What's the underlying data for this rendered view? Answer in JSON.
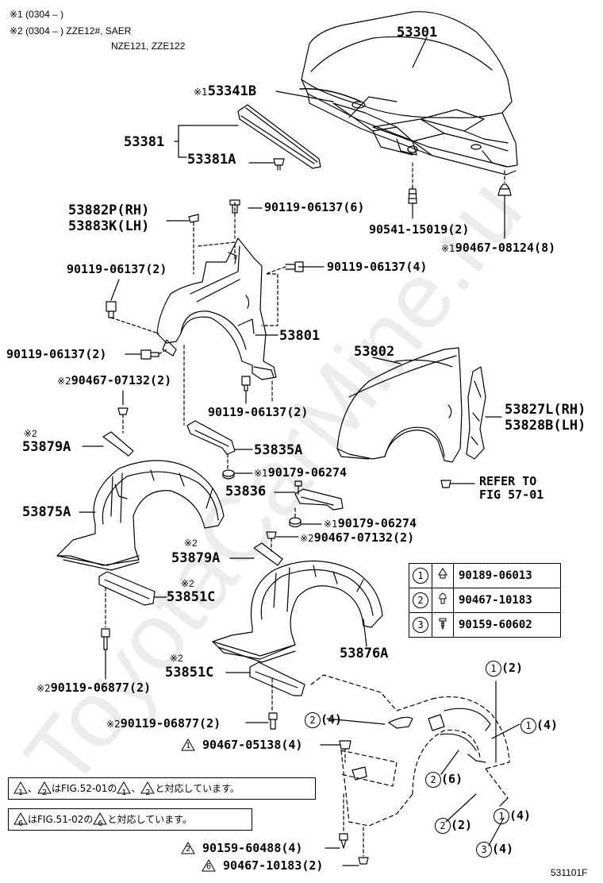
{
  "notes_top": {
    "n1": "※1 (0304 –        )",
    "n2": "※2 (0304 –        )  ZZE12#, SAER",
    "n3": "NZE121, ZZE122"
  },
  "labels": {
    "p53301": "53301",
    "p53341B_mark": "※1",
    "p53341B": "53341B",
    "p53381": "53381",
    "p53381A": "53381A",
    "p53882P": "53882P(RH)",
    "p53883K": "53883K(LH)",
    "b90119_6_top": "90119-06137(6)",
    "b90541": "90541-15019(2)",
    "b90467_08124_mark": "※1",
    "b90467_08124": "90467-08124(8)",
    "b90119_2a": "90119-06137(2)",
    "b90119_4": "90119-06137(4)",
    "p53801": "53801",
    "b90119_2b": "90119-06137(2)",
    "b90467_07132a_mark": "※2",
    "b90467_07132a": "90467-07132(2)",
    "p53802": "53802",
    "b90119_2c": "90119-06137(2)",
    "p53827L": "53827L(RH)",
    "p53828B": "53828B(LH)",
    "p53879A_a_mark": "※2",
    "p53879A_a": "53879A",
    "p53835A": "53835A",
    "b90179_a_mark": "※1",
    "b90179_a": "90179-06274",
    "refer1": "REFER TO",
    "refer2": "FIG 57-01",
    "p53875A": "53875A",
    "p53836": "53836",
    "b90179_b_mark": "※1",
    "b90179_b": "90179-06274",
    "b90467_07132b_mark": "※2",
    "b90467_07132b": "90467-07132(2)",
    "p53879A_b_mark": "※2",
    "p53879A_b": "53879A",
    "p53851C_a_mark": "※2",
    "p53851C_a": "53851C",
    "p53876A": "53876A",
    "b90119_06877a_mark": "※2",
    "b90119_06877a": "90119-06877(2)",
    "p53851C_b_mark": "※2",
    "p53851C_b": "53851C",
    "b90119_06877b_mark": "※2",
    "b90119_06877b": "90119-06877(2)",
    "b90467_05138": "90467-05138(4)",
    "b90159_60488": "90159-60488(4)",
    "b90467_10183": "90467-10183(2)",
    "c1_2": "(2)",
    "c2_4": "(4)",
    "c1_4a": "(4)",
    "c2_6": "(6)",
    "c2_2": "(2)",
    "c1_4b": "(4)",
    "c3_4": "(4)",
    "fig_id": "531101F"
  },
  "circle_numbers": {
    "one": "1",
    "two": "2",
    "three": "3",
    "six": "6"
  },
  "legend": [
    {
      "num": "1",
      "part": "90189-06013"
    },
    {
      "num": "2",
      "part": "90467-10183"
    },
    {
      "num": "3",
      "part": "90159-60602"
    }
  ],
  "note_boxes": {
    "box1_a": "、",
    "box1_b": "はFIG.52-01の",
    "box1_c": "、",
    "box1_d": "と対応しています。",
    "box2_b": "はFIG.51-02の",
    "box2_d": "と対応しています。"
  },
  "watermark": "ToyotaCarMine.ru",
  "colors": {
    "ink": "#000000",
    "watermark": "#e6e6e6"
  }
}
